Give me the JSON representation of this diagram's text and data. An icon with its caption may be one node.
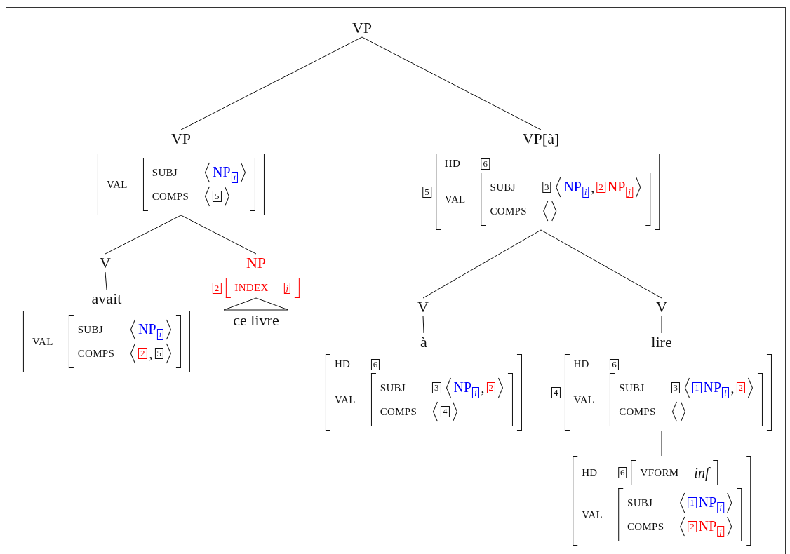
{
  "diagram": {
    "nodes": [
      {
        "text": [
          "VP"
        ]
      },
      {
        "text": [
          "VP",
          "VAL",
          "SUBJ",
          "NP$_{i}$",
          "COMPS",
          "5"
        ]
      },
      {
        "text": [
          "VP[à]",
          "5",
          "HD",
          "6",
          "VAL",
          "SUBJ",
          "3",
          "NP$_{i}$",
          ",",
          "2",
          "NP$_{j}$",
          "COMPS"
        ]
      },
      {
        "text": [
          "V"
        ]
      },
      {
        "text": [
          "NP",
          "2",
          "INDEX",
          "j"
        ]
      },
      {
        "text": [
          "avait",
          "VAL",
          "SUBJ",
          "NP$_{i}$",
          "COMPS",
          "2",
          ",",
          "5"
        ]
      },
      {
        "text": [
          "ce livre"
        ]
      },
      {
        "text": [
          "V"
        ]
      },
      {
        "text": [
          "V"
        ]
      },
      {
        "text": [
          "à",
          "HD",
          "6",
          "VAL",
          "SUBJ",
          "3",
          "NP$_{i}$",
          ",",
          "2",
          "COMPS",
          "4"
        ]
      },
      {
        "text": [
          "lire",
          "4",
          "HD",
          "6",
          "VAL",
          "SUBJ",
          "3",
          "1",
          "NP$_{i}$",
          ",",
          "2",
          "COMPS"
        ]
      },
      {
        "text": [
          "HD",
          "6",
          "VFORM",
          "inf",
          "VAL",
          "SUBJ",
          "1",
          "NP$_{i}$",
          "COMPS",
          "2",
          "NP$_{j}$"
        ]
      }
    ],
    "edges": [
      {
        "from": 0,
        "to": 1,
        "arrow": "none"
      },
      {
        "from": 0,
        "to": 2,
        "arrow": "none"
      },
      {
        "from": 1,
        "to": 3,
        "arrow": "none"
      },
      {
        "from": 1,
        "to": 4,
        "arrow": "none"
      },
      {
        "from": 3,
        "to": 5,
        "arrow": "none"
      },
      {
        "from": 4,
        "to": 6,
        "arrow": "none"
      },
      {
        "from": 2,
        "to": 7,
        "arrow": "none"
      },
      {
        "from": 2,
        "to": 8,
        "arrow": "none"
      },
      {
        "from": 7,
        "to": 9,
        "arrow": "none"
      },
      {
        "from": 8,
        "to": 10,
        "arrow": "none"
      },
      {
        "from": 10,
        "to": 11,
        "arrow": "none"
      }
    ]
  }
}
